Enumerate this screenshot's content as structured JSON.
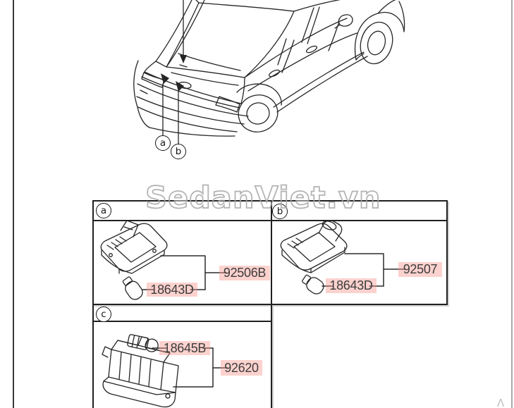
{
  "page": {
    "watermark": "SedanViet.vn",
    "corner_mark": "Λ"
  },
  "diagram": {
    "callout_a": "a",
    "callout_b": "b"
  },
  "table": {
    "section_a_label": "a",
    "section_b_label": "b",
    "section_c_label": "c"
  },
  "parts": {
    "a_lamp": "92506B",
    "a_bulb": "18643D",
    "b_lamp": "92507",
    "b_bulb": "18643D",
    "c_bulb": "18645B",
    "c_lamp": "92620"
  },
  "colors": {
    "highlight_pink": "#F8948A",
    "label_text": "#3D3D3D",
    "linework": "#252525",
    "watermark_gray": "#A8A8A8",
    "table_border": "#202020"
  }
}
